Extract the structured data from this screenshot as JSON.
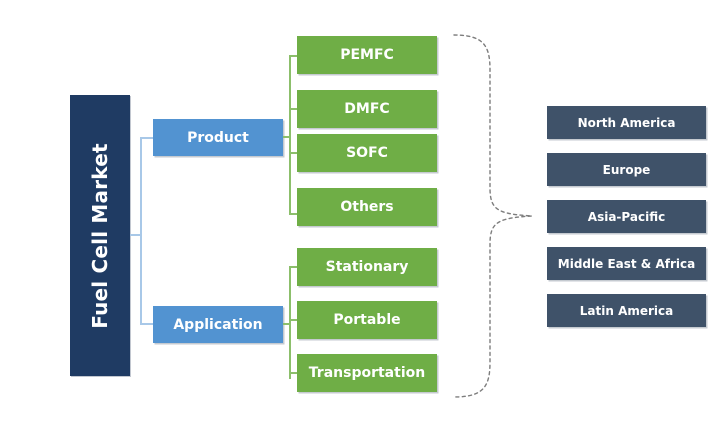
{
  "diagram": {
    "type": "tree-segmentation",
    "root": {
      "label": "Fuel Cell Market",
      "color": "#1F3B63",
      "text_color": "#FFFFFF",
      "orientation": "vertical"
    },
    "categories": [
      {
        "label": "Product",
        "color": "#5293D1",
        "children": [
          {
            "label": "PEMFC",
            "color": "#6FAE46"
          },
          {
            "label": "DMFC",
            "color": "#6FAE46"
          },
          {
            "label": "SOFC",
            "color": "#6FAE46"
          },
          {
            "label": "Others",
            "color": "#6FAE46"
          }
        ]
      },
      {
        "label": "Application",
        "color": "#5293D1",
        "children": [
          {
            "label": "Stationary",
            "color": "#6FAE46"
          },
          {
            "label": "Portable",
            "color": "#6FAE46"
          },
          {
            "label": "Transportation",
            "color": "#6FAE46"
          }
        ]
      }
    ],
    "regions": {
      "color": "#3F5269",
      "text_color": "#FFFFFF",
      "items": [
        {
          "label": "North America"
        },
        {
          "label": "Europe"
        },
        {
          "label": "Asia-Pacific"
        },
        {
          "label": "Middle East & Africa"
        },
        {
          "label": "Latin America"
        }
      ]
    },
    "connectors": {
      "category_line_color": "#A8C8E8",
      "leaf_line_color": "#8CBF6B",
      "brace_style": "dashed",
      "brace_color": "#808080"
    }
  }
}
